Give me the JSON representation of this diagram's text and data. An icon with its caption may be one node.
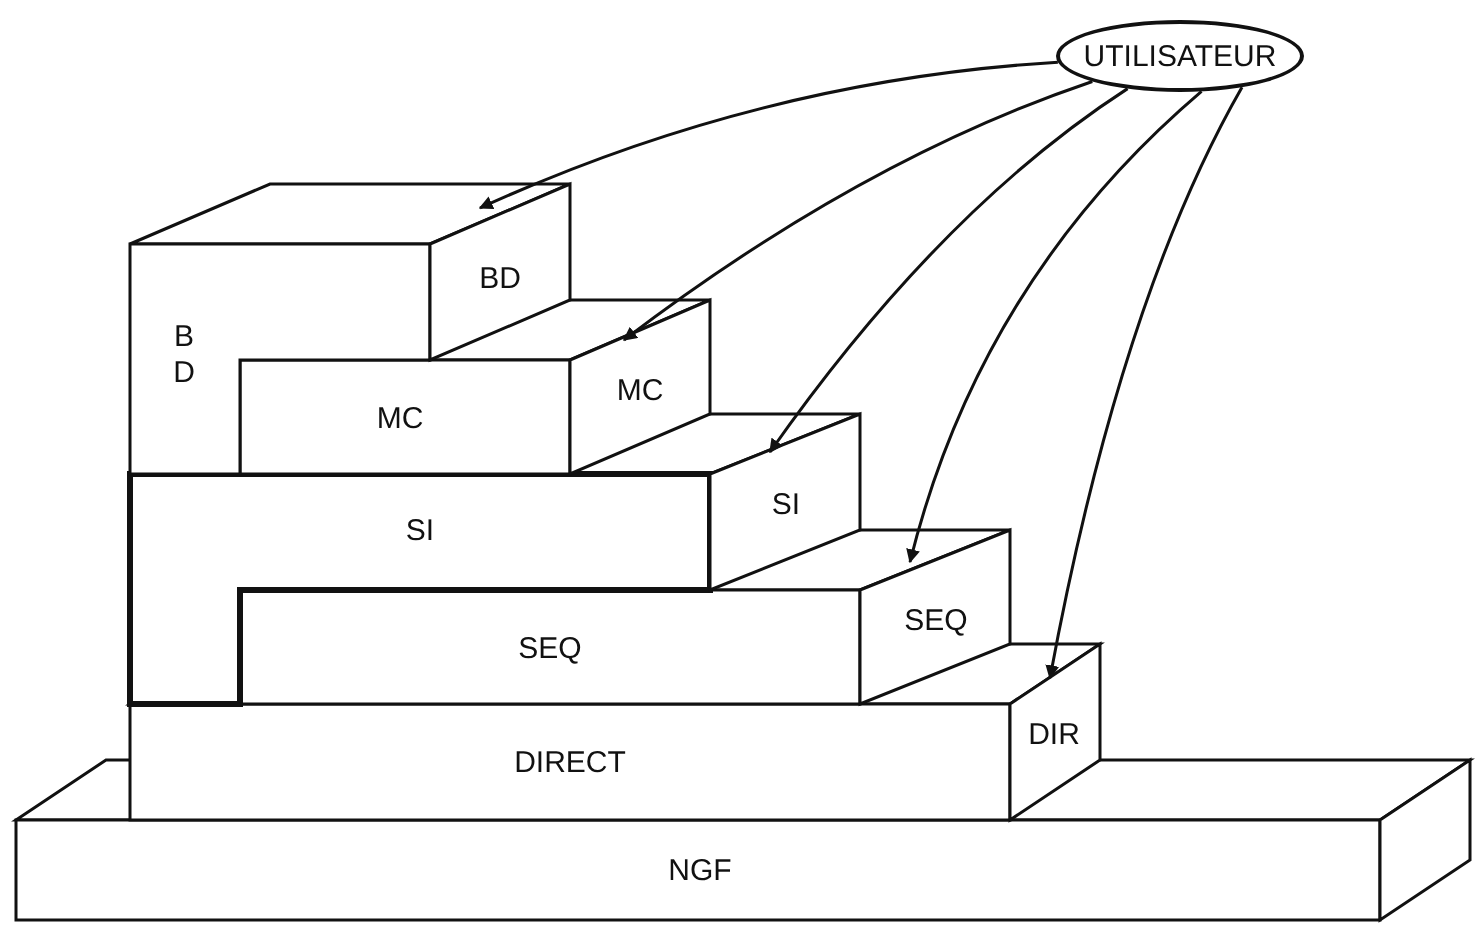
{
  "diagram": {
    "nodes": [
      {
        "text": [
          "UTILISATEUR"
        ]
      },
      {
        "text": [
          "B D",
          "BD"
        ]
      },
      {
        "text": [
          "MC",
          "MC"
        ]
      },
      {
        "text": [
          "SI",
          "SI"
        ]
      },
      {
        "text": [
          "SEQ",
          "SEQ"
        ]
      },
      {
        "text": [
          "DIRECT",
          "DIR"
        ]
      },
      {
        "text": [
          "NGF"
        ]
      }
    ],
    "edges": [
      {
        "from": 0,
        "to": 1,
        "arrow": "to"
      },
      {
        "from": 0,
        "to": 2,
        "arrow": "to"
      },
      {
        "from": 0,
        "to": 3,
        "arrow": "to"
      },
      {
        "from": 0,
        "to": 4,
        "arrow": "to"
      },
      {
        "from": 0,
        "to": 5,
        "arrow": "to"
      }
    ]
  }
}
